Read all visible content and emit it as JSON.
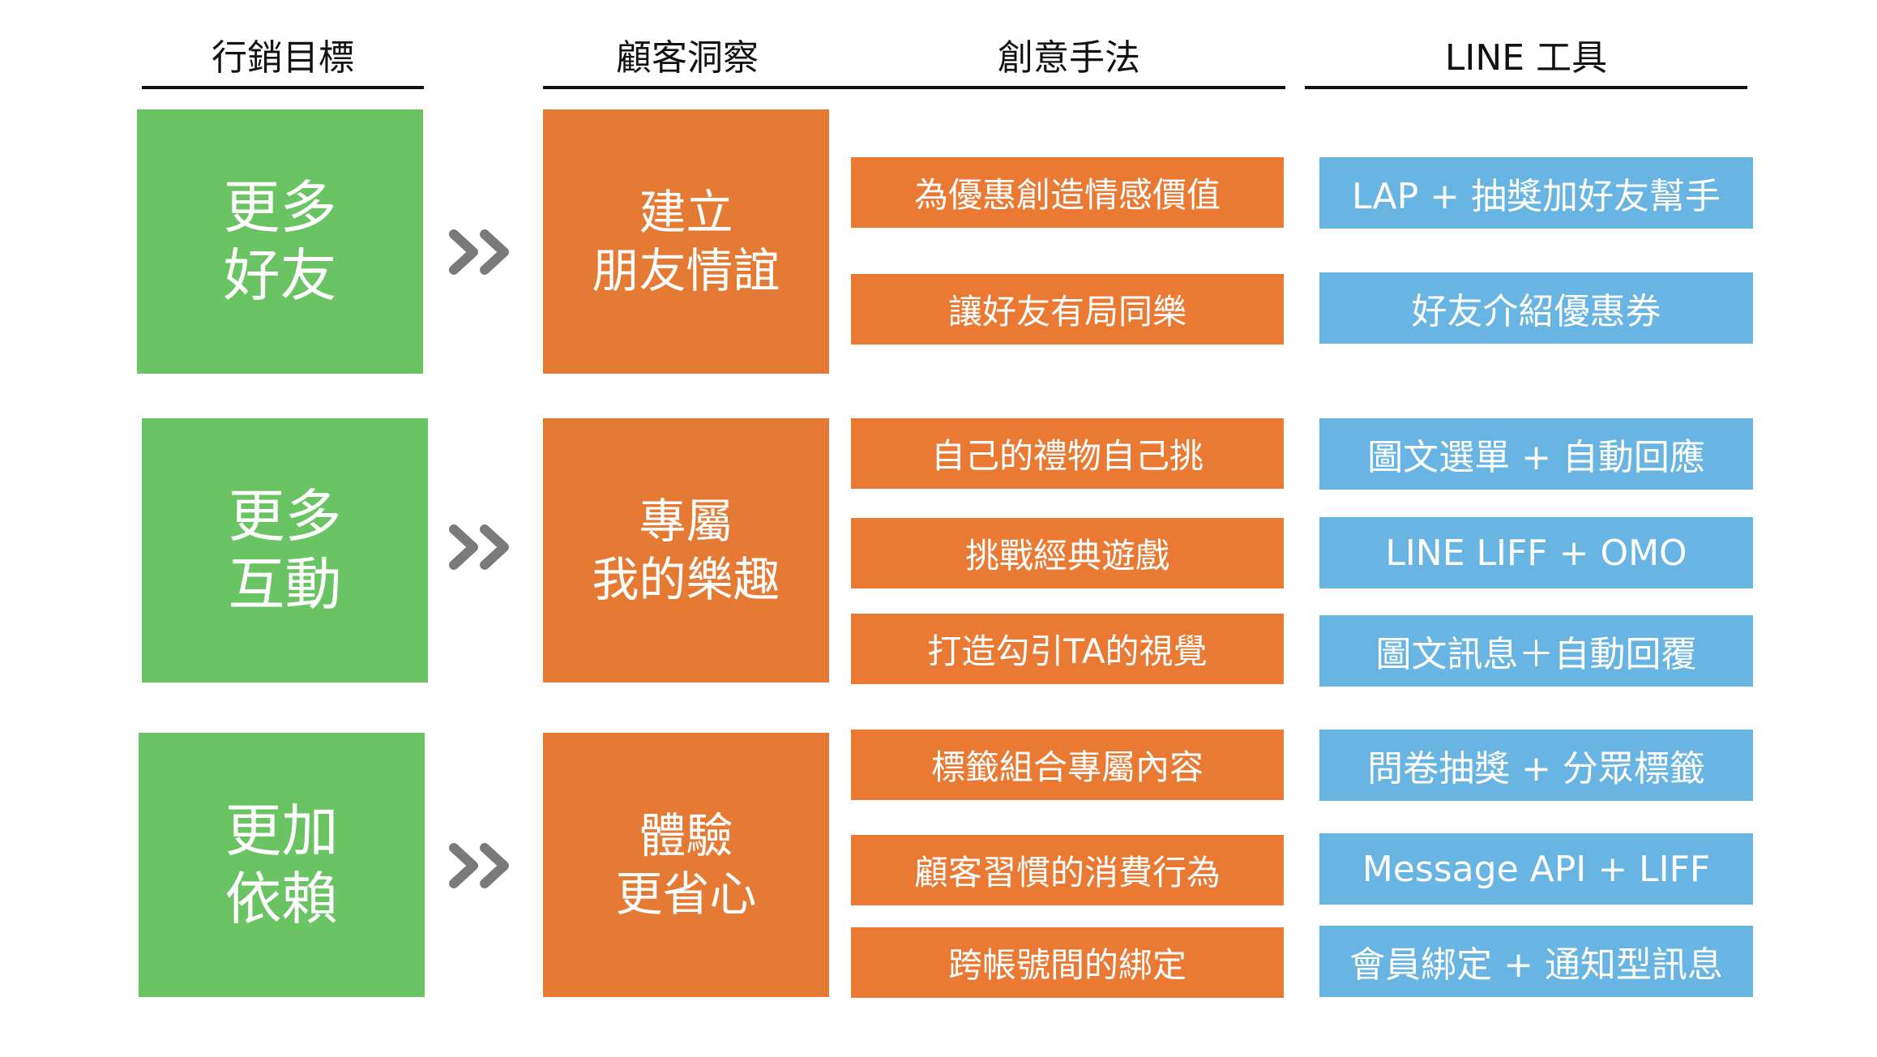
{
  "headers": {
    "goal": "行銷目標",
    "insight": "顧客洞察",
    "method": "創意手法",
    "tool": "LINE 工具"
  },
  "rows": [
    {
      "goal": "更多\n好友",
      "insight": "建立\n朋友情誼",
      "methods": [
        "為優惠創造情感價值",
        "讓好友有局同樂"
      ],
      "tools": [
        "LAP + 抽獎加好友幫手",
        "好友介紹優惠券"
      ]
    },
    {
      "goal": "更多\n互動",
      "insight": "專屬\n我的樂趣",
      "methods": [
        "自己的禮物自己挑",
        "挑戰經典遊戲",
        "打造勾引TA的視覺"
      ],
      "tools": [
        "圖文選單 + 自動回應",
        "LINE LIFF + OMO",
        "圖文訊息＋自動回覆"
      ]
    },
    {
      "goal": "更加\n依賴",
      "insight": "體驗\n更省心",
      "methods": [
        "標籤組合專屬內容",
        "顧客習慣的消費行為",
        "跨帳號間的綁定"
      ],
      "tools": [
        "問卷抽獎 + 分眾標籤",
        "Message API + LIFF",
        "會員綁定 + 通知型訊息"
      ]
    }
  ],
  "colors": {
    "goal": "#6bc463",
    "insight": "#e57a35",
    "method": "#ea7a33",
    "tool": "#68b5e4",
    "arrow": "#7a7a7a"
  },
  "icons": {
    "connector": "double-chevron-right-icon"
  }
}
